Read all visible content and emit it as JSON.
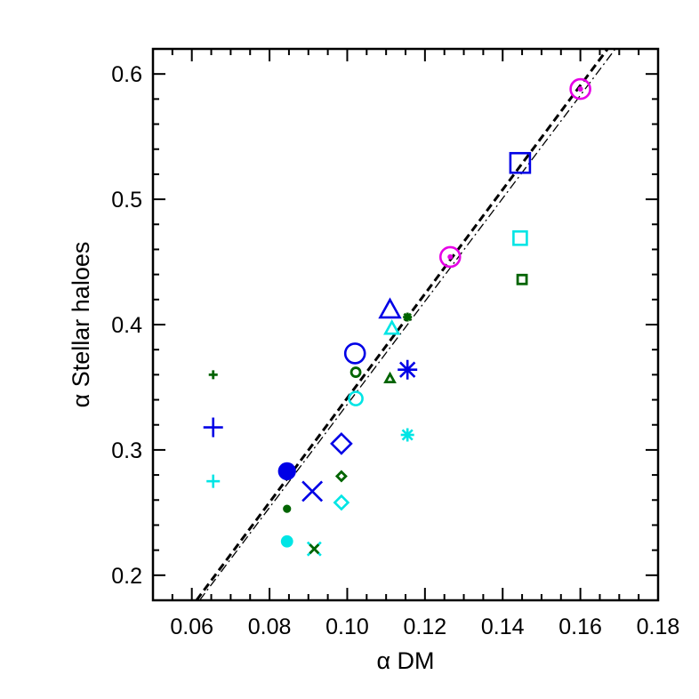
{
  "chart_data": {
    "type": "scatter",
    "title": "",
    "xlabel": "α  DM",
    "ylabel": "α Stellar haloes",
    "xlim": [
      0.05,
      0.18
    ],
    "ylim": [
      0.18,
      0.62
    ],
    "xticks": [
      "0.06",
      "0.08",
      "0.10",
      "0.12",
      "0.14",
      "0.16",
      "0.18"
    ],
    "xtick_values": [
      0.06,
      0.08,
      0.1,
      0.12,
      0.14,
      0.16,
      0.18
    ],
    "yticks": [
      "0.2",
      "0.3",
      "0.4",
      "0.5",
      "0.6"
    ],
    "ytick_values": [
      0.2,
      0.3,
      0.4,
      0.5,
      0.6
    ],
    "grid": false,
    "legend": "none",
    "colors": {
      "blue": "#0000e6",
      "cyan": "#00e5e5",
      "darkgreen": "#006400",
      "magenta": "#e600e6",
      "black": "#000000"
    },
    "points": [
      {
        "x": 0.0655,
        "y": 0.318,
        "marker": "plus",
        "color": "blue",
        "size": "large"
      },
      {
        "x": 0.0655,
        "y": 0.275,
        "marker": "plus",
        "color": "cyan",
        "size": "medium"
      },
      {
        "x": 0.0655,
        "y": 0.36,
        "marker": "plus",
        "color": "darkgreen",
        "size": "small"
      },
      {
        "x": 0.0845,
        "y": 0.283,
        "marker": "filled-circle",
        "color": "blue",
        "size": "large"
      },
      {
        "x": 0.0845,
        "y": 0.227,
        "marker": "filled-circle",
        "color": "cyan",
        "size": "medium"
      },
      {
        "x": 0.0845,
        "y": 0.253,
        "marker": "filled-circle",
        "color": "darkgreen",
        "size": "small"
      },
      {
        "x": 0.091,
        "y": 0.267,
        "marker": "cross",
        "color": "blue",
        "size": "large"
      },
      {
        "x": 0.0915,
        "y": 0.221,
        "marker": "cross",
        "color": "cyan",
        "size": "medium"
      },
      {
        "x": 0.0915,
        "y": 0.221,
        "marker": "cross",
        "color": "darkgreen",
        "size": "small"
      },
      {
        "x": 0.0985,
        "y": 0.305,
        "marker": "diamond",
        "color": "blue",
        "size": "large"
      },
      {
        "x": 0.0985,
        "y": 0.258,
        "marker": "diamond",
        "color": "cyan",
        "size": "medium"
      },
      {
        "x": 0.0985,
        "y": 0.279,
        "marker": "diamond",
        "color": "darkgreen",
        "size": "small"
      },
      {
        "x": 0.102,
        "y": 0.377,
        "marker": "circle",
        "color": "blue",
        "size": "large"
      },
      {
        "x": 0.1022,
        "y": 0.341,
        "marker": "circle",
        "color": "cyan",
        "size": "medium"
      },
      {
        "x": 0.1022,
        "y": 0.362,
        "marker": "circle",
        "color": "darkgreen",
        "size": "small"
      },
      {
        "x": 0.111,
        "y": 0.412,
        "marker": "triangle",
        "color": "blue",
        "size": "large"
      },
      {
        "x": 0.1115,
        "y": 0.397,
        "marker": "triangle",
        "color": "cyan",
        "size": "medium"
      },
      {
        "x": 0.111,
        "y": 0.357,
        "marker": "triangle",
        "color": "darkgreen",
        "size": "small"
      },
      {
        "x": 0.1155,
        "y": 0.364,
        "marker": "asterisk",
        "color": "blue",
        "size": "large"
      },
      {
        "x": 0.1155,
        "y": 0.312,
        "marker": "asterisk",
        "color": "cyan",
        "size": "medium"
      },
      {
        "x": 0.1155,
        "y": 0.406,
        "marker": "asterisk",
        "color": "darkgreen",
        "size": "small"
      },
      {
        "x": 0.1445,
        "y": 0.529,
        "marker": "square",
        "color": "blue",
        "size": "large"
      },
      {
        "x": 0.1445,
        "y": 0.469,
        "marker": "square",
        "color": "cyan",
        "size": "medium"
      },
      {
        "x": 0.145,
        "y": 0.436,
        "marker": "square",
        "color": "darkgreen",
        "size": "small"
      },
      {
        "x": 0.1265,
        "y": 0.454,
        "marker": "circle-dot",
        "color": "magenta",
        "size": "large"
      },
      {
        "x": 0.16,
        "y": 0.588,
        "marker": "circle-dot",
        "color": "magenta",
        "size": "large"
      }
    ],
    "lines": [
      {
        "style": "dashed",
        "from": [
          0.0612,
          0.18
        ],
        "to": [
          0.167,
          0.62
        ]
      },
      {
        "style": "dash-dot",
        "from": [
          0.062,
          0.18
        ],
        "to": [
          0.169,
          0.62
        ]
      }
    ]
  }
}
